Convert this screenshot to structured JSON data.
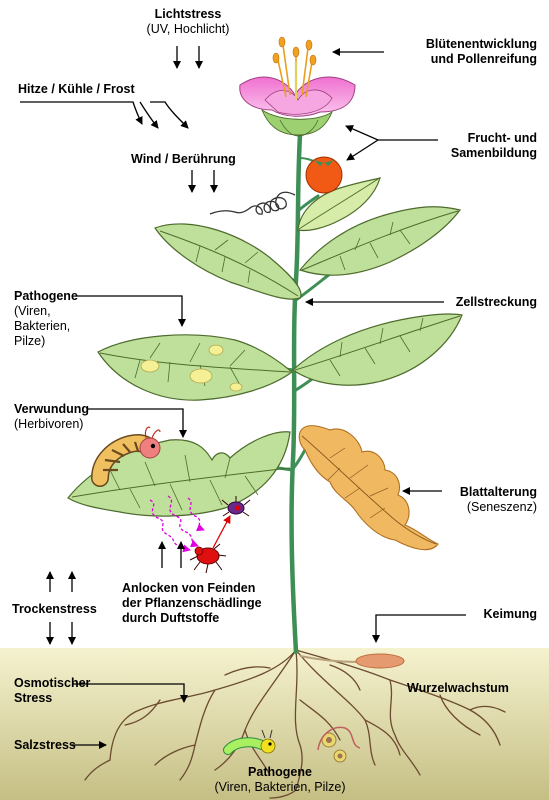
{
  "labels": {
    "lichtstress": {
      "title": "Lichtstress",
      "sub": "(UV, Hochlicht)"
    },
    "hitze": "Hitze / Kühle / Frost",
    "wind": "Wind / Berührung",
    "pathogene_top": {
      "title": "Pathogene",
      "sub1": "(Viren,",
      "sub2": "Bakterien,",
      "sub3": "Pilze)"
    },
    "verwundung": {
      "title": "Verwundung",
      "sub": "(Herbivoren)"
    },
    "trockenstress": "Trockenstress",
    "osmotisch": {
      "line1": "Osmotischer",
      "line2": "Stress"
    },
    "salzstress": "Salzstress",
    "pathogene_bottom": {
      "title": "Pathogene",
      "sub": "(Viren, Bakterien, Pilze)"
    },
    "bluete": {
      "line1": "Blütenentwicklung",
      "line2": "und Pollenreifung"
    },
    "frucht": {
      "line1": "Frucht- und",
      "line2": "Samenbildung"
    },
    "zellstreckung": "Zellstreckung",
    "blattalterung": {
      "title": "Blattalterung",
      "sub": "(Seneszenz)"
    },
    "keimung": "Keimung",
    "wurzel": "Wurzelwachstum",
    "anlocken": {
      "line1": "Anlocken von Feinden",
      "line2": "der Pflanzenschädlinge",
      "line3": "durch Duftstoffe"
    }
  },
  "colors": {
    "soil_top": "#f3f0c8",
    "soil_bottom": "#c8c186",
    "stem": "#3d8f56",
    "leaf": "#bfe09a",
    "leaf_stroke": "#4d6b2c",
    "senescent_leaf": "#f0b860",
    "petal": "#f070c8",
    "fruit": "#f05a14",
    "root": "#6b4a30"
  }
}
